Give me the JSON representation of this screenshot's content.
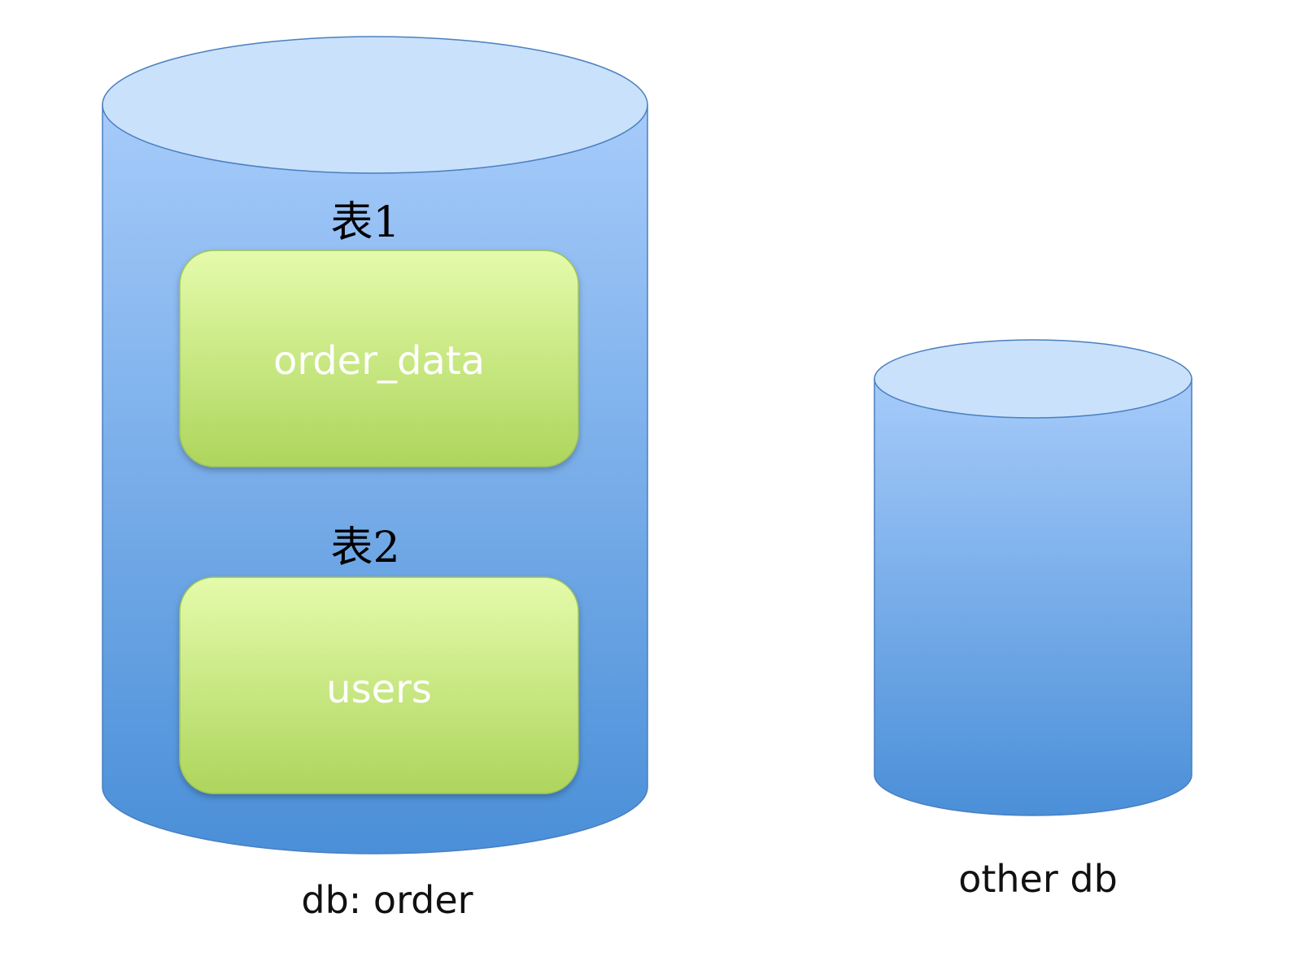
{
  "databases": [
    {
      "caption": "db: order",
      "tables": [
        {
          "title": "表1",
          "name": "order_data"
        },
        {
          "title": "表2",
          "name": "users"
        }
      ]
    },
    {
      "caption": "other db",
      "tables": []
    }
  ],
  "colors": {
    "cylinder_top": "#c9e1fb",
    "cylinder_body_light": "#a6cbfa",
    "cylinder_body_dark": "#4a8fd8",
    "cylinder_stroke": "#4a7fc0",
    "table_box_light": "#e4fbab",
    "table_box_dark": "#aed55c",
    "table_box_stroke": "#9cc45a"
  }
}
